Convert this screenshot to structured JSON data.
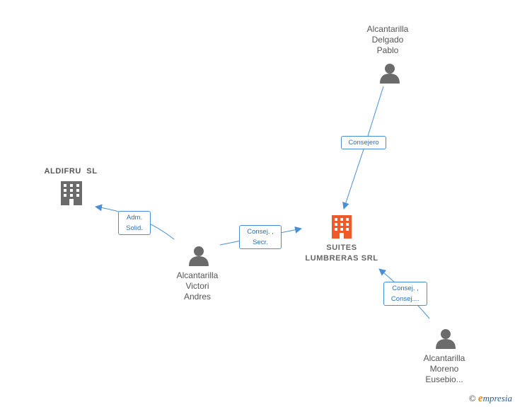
{
  "colors": {
    "edge": "#4a8fd4",
    "person_icon": "#6b6b6b",
    "company_icon": "#6b6b6b",
    "main_company_icon": "#f05a28"
  },
  "nodes": {
    "suites_lumbreras": {
      "lines": [
        "SUITES",
        "LUMBRERAS SRL"
      ],
      "icon": "building-icon"
    },
    "aldifru": {
      "lines": [
        "ALDIFRU  SL"
      ],
      "icon": "building-icon"
    },
    "delgado_pablo": {
      "lines": [
        "Alcantarilla",
        "Delgado",
        "Pablo"
      ],
      "icon": "person-icon"
    },
    "victori_andres": {
      "lines": [
        "Alcantarilla",
        "Victori",
        "Andres"
      ],
      "icon": "person-icon"
    },
    "moreno_eusebio": {
      "lines": [
        "Alcantarilla",
        "Moreno",
        "Eusebio..."
      ],
      "icon": "person-icon"
    }
  },
  "edges": {
    "delgado_to_suites": {
      "lines": [
        "Consejero"
      ]
    },
    "victori_to_suites": {
      "lines": [
        "Consej. ,",
        "Secr."
      ]
    },
    "victori_to_aldifru": {
      "lines": [
        "Adm.",
        "Solid."
      ]
    },
    "moreno_to_suites": {
      "lines": [
        "Consej. ,",
        "Consej...."
      ]
    }
  },
  "watermark": {
    "copyright": "©",
    "brand_initial": "e",
    "brand_rest": "mpresia"
  }
}
